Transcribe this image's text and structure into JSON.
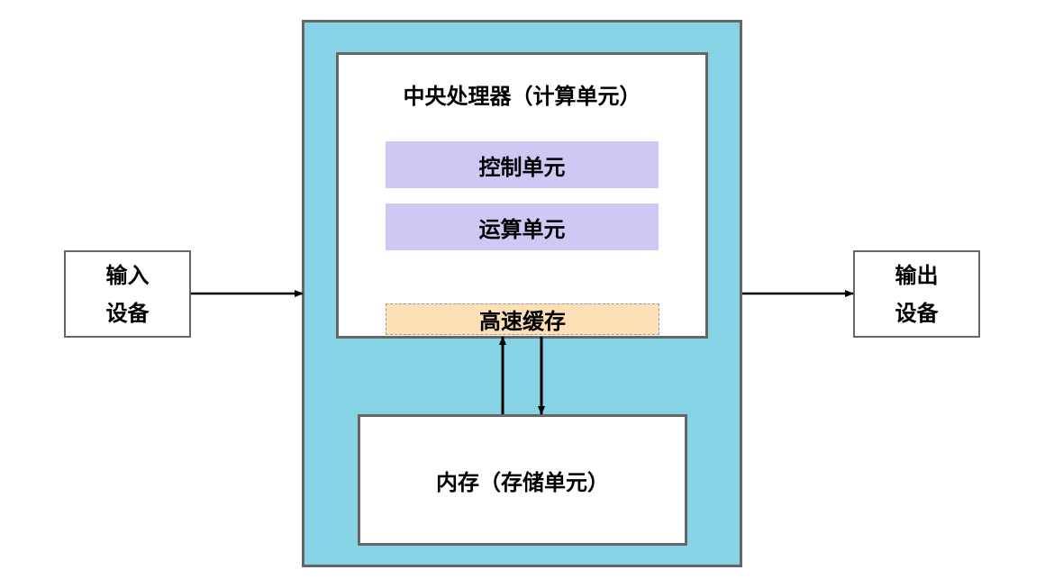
{
  "input_device": {
    "line1": "输入",
    "line2": "设备"
  },
  "output_device": {
    "line1": "输出",
    "line2": "设备"
  },
  "cpu": {
    "title": "中央处理器（计算单元）"
  },
  "control_unit": "控制单元",
  "alu": "运算单元",
  "cache": "高速缓存",
  "memory": "内存（存储单元）",
  "colors": {
    "computer_bg": "#85d3e5",
    "unit_bg": "#cfc8f5",
    "cache_bg": "#fde0b6",
    "border": "#666666"
  }
}
